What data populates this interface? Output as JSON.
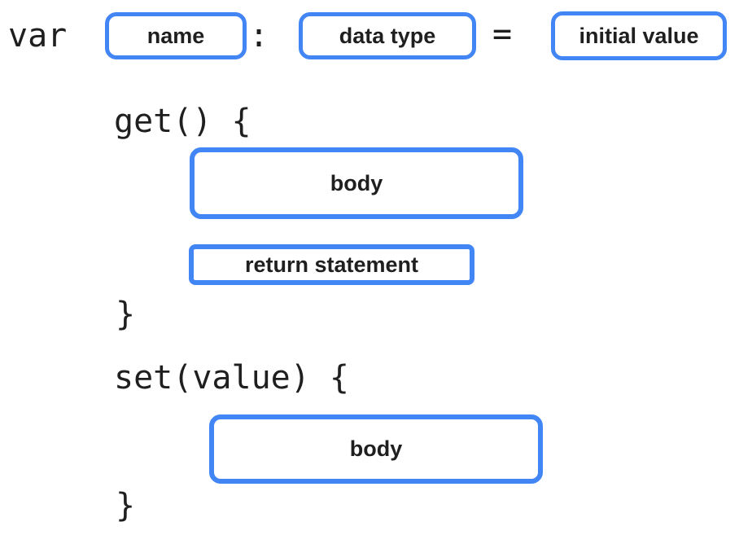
{
  "diagram": {
    "accent_color": "#4285F4",
    "text_color": "#1f1f1f",
    "declaration": {
      "keyword": "var",
      "colon": ":",
      "equals": "=",
      "name_placeholder": "name",
      "type_placeholder": "data type",
      "initial_value_placeholder": "initial value"
    },
    "getter": {
      "open_code": "get() {",
      "body_placeholder": "body",
      "return_placeholder": "return statement",
      "close_code": "}"
    },
    "setter": {
      "open_code": "set(value) {",
      "body_placeholder": "body",
      "close_code": "}"
    }
  }
}
